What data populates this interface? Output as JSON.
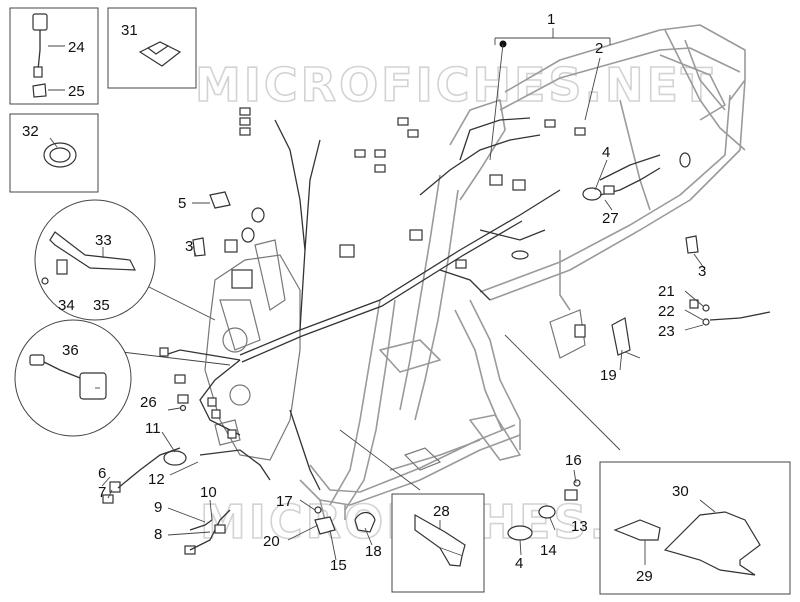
{
  "watermark": {
    "top": "MICROFICHES.NET",
    "bottom": "MICROFICHES.NET"
  },
  "callouts": {
    "n1": "1",
    "n2": "2",
    "n3a": "3",
    "n3b": "3",
    "n4a": "4",
    "n4b": "4",
    "n5": "5",
    "n6": "6",
    "n7": "7",
    "n8": "8",
    "n9": "9",
    "n10": "10",
    "n11": "11",
    "n12": "12",
    "n13": "13",
    "n14": "14",
    "n15": "15",
    "n16": "16",
    "n17": "17",
    "n18": "18",
    "n19": "19",
    "n20": "20",
    "n21": "21",
    "n22": "22",
    "n23": "23",
    "n24": "24",
    "n25": "25",
    "n26": "26",
    "n27": "27",
    "n28": "28",
    "n29": "29",
    "n30": "30",
    "n31": "31",
    "n32": "32",
    "n33": "33",
    "n34": "34",
    "n35": "35",
    "n36": "36"
  }
}
